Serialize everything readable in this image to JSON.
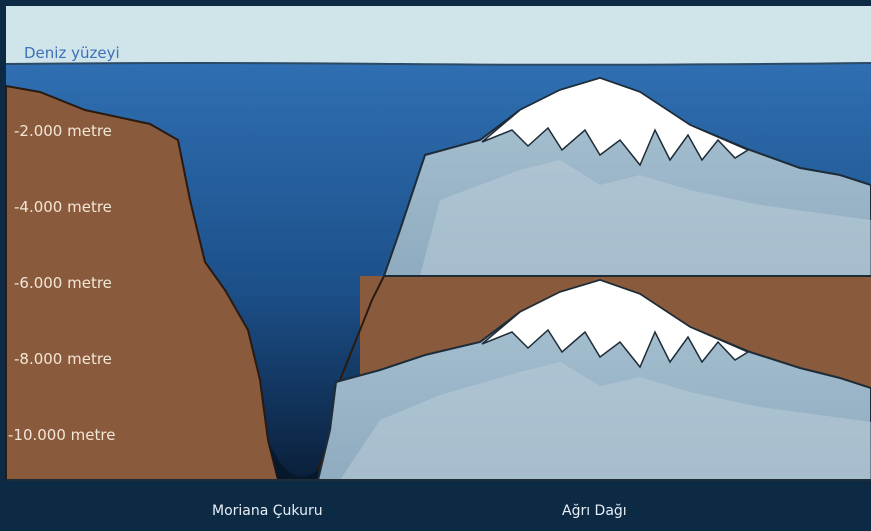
{
  "sea_surface_label": "Deniz yüzeyi",
  "depth_labels": [
    {
      "id": "d2000",
      "text": "-2.000 metre"
    },
    {
      "id": "d4000",
      "text": "-4.000 metre"
    },
    {
      "id": "d6000",
      "text": "-6.000 metre"
    },
    {
      "id": "d8000",
      "text": "-8.000 metre"
    },
    {
      "id": "d10000",
      "text": "-10.000 metre"
    }
  ],
  "captions": {
    "trench": "Moriana Çukuru",
    "mountain": "Ağrı Dağı"
  },
  "colors": {
    "background": "#0d2a44",
    "sky": "#cfe5ea",
    "sea_top": "#2f6fb2",
    "sea_bottom": "#0a1f3a",
    "land": "#8a5a3c",
    "mountain": "#9ab6c8",
    "snow": "#ffffff"
  }
}
